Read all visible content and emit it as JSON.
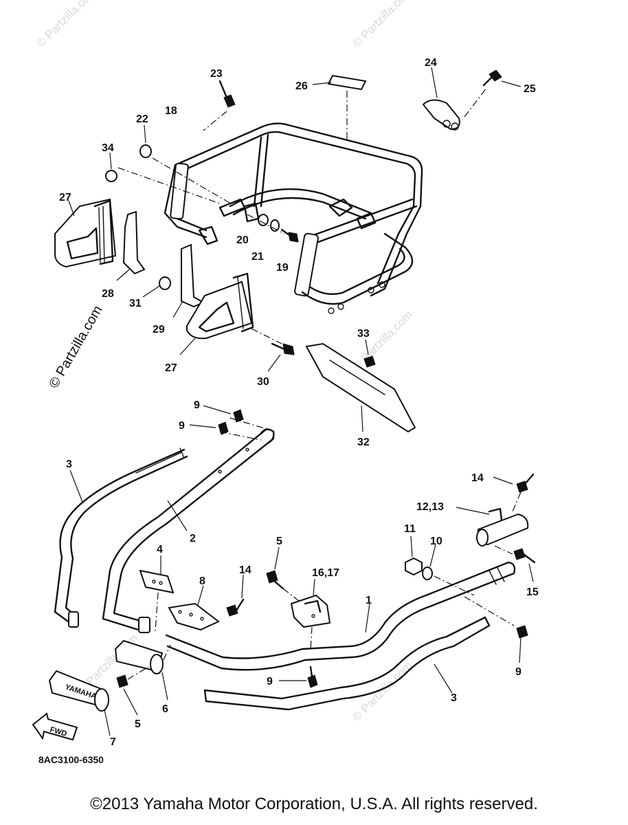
{
  "watermarks": {
    "main": "© Partzilla.com",
    "faint": "© Partzilla.com"
  },
  "callouts": [
    {
      "id": "c23",
      "text": "23"
    },
    {
      "id": "c26",
      "text": "26"
    },
    {
      "id": "c24",
      "text": "24"
    },
    {
      "id": "c25",
      "text": "25"
    },
    {
      "id": "c22",
      "text": "22"
    },
    {
      "id": "c18",
      "text": "18"
    },
    {
      "id": "c34",
      "text": "34"
    },
    {
      "id": "c27a",
      "text": "27"
    },
    {
      "id": "c20",
      "text": "20"
    },
    {
      "id": "c21",
      "text": "21"
    },
    {
      "id": "c19",
      "text": "19"
    },
    {
      "id": "c28",
      "text": "28"
    },
    {
      "id": "c31",
      "text": "31"
    },
    {
      "id": "c29",
      "text": "29"
    },
    {
      "id": "c27b",
      "text": "27"
    },
    {
      "id": "c33",
      "text": "33"
    },
    {
      "id": "c30",
      "text": "30"
    },
    {
      "id": "c32",
      "text": "32"
    },
    {
      "id": "c9a",
      "text": "9"
    },
    {
      "id": "c9b",
      "text": "9"
    },
    {
      "id": "c3a",
      "text": "3"
    },
    {
      "id": "c2",
      "text": "2"
    },
    {
      "id": "c14a",
      "text": "14"
    },
    {
      "id": "c1213",
      "text": "12,13"
    },
    {
      "id": "c4",
      "text": "4"
    },
    {
      "id": "c5a",
      "text": "5"
    },
    {
      "id": "c11",
      "text": "11"
    },
    {
      "id": "c10",
      "text": "10"
    },
    {
      "id": "c14b",
      "text": "14"
    },
    {
      "id": "c1617",
      "text": "16,17"
    },
    {
      "id": "c8",
      "text": "8"
    },
    {
      "id": "c1",
      "text": "1"
    },
    {
      "id": "c15",
      "text": "15"
    },
    {
      "id": "c9c",
      "text": "9"
    },
    {
      "id": "c9d",
      "text": "9"
    },
    {
      "id": "c3b",
      "text": "3"
    },
    {
      "id": "c6",
      "text": "6"
    },
    {
      "id": "c5b",
      "text": "5"
    },
    {
      "id": "c7",
      "text": "7"
    }
  ],
  "fwd_label": "FWD",
  "grip_label": "YAMAHA",
  "diagram_code": "8AC3100-6350",
  "copyright": "©2013 Yamaha Motor Corporation, U.S.A. All rights reserved."
}
